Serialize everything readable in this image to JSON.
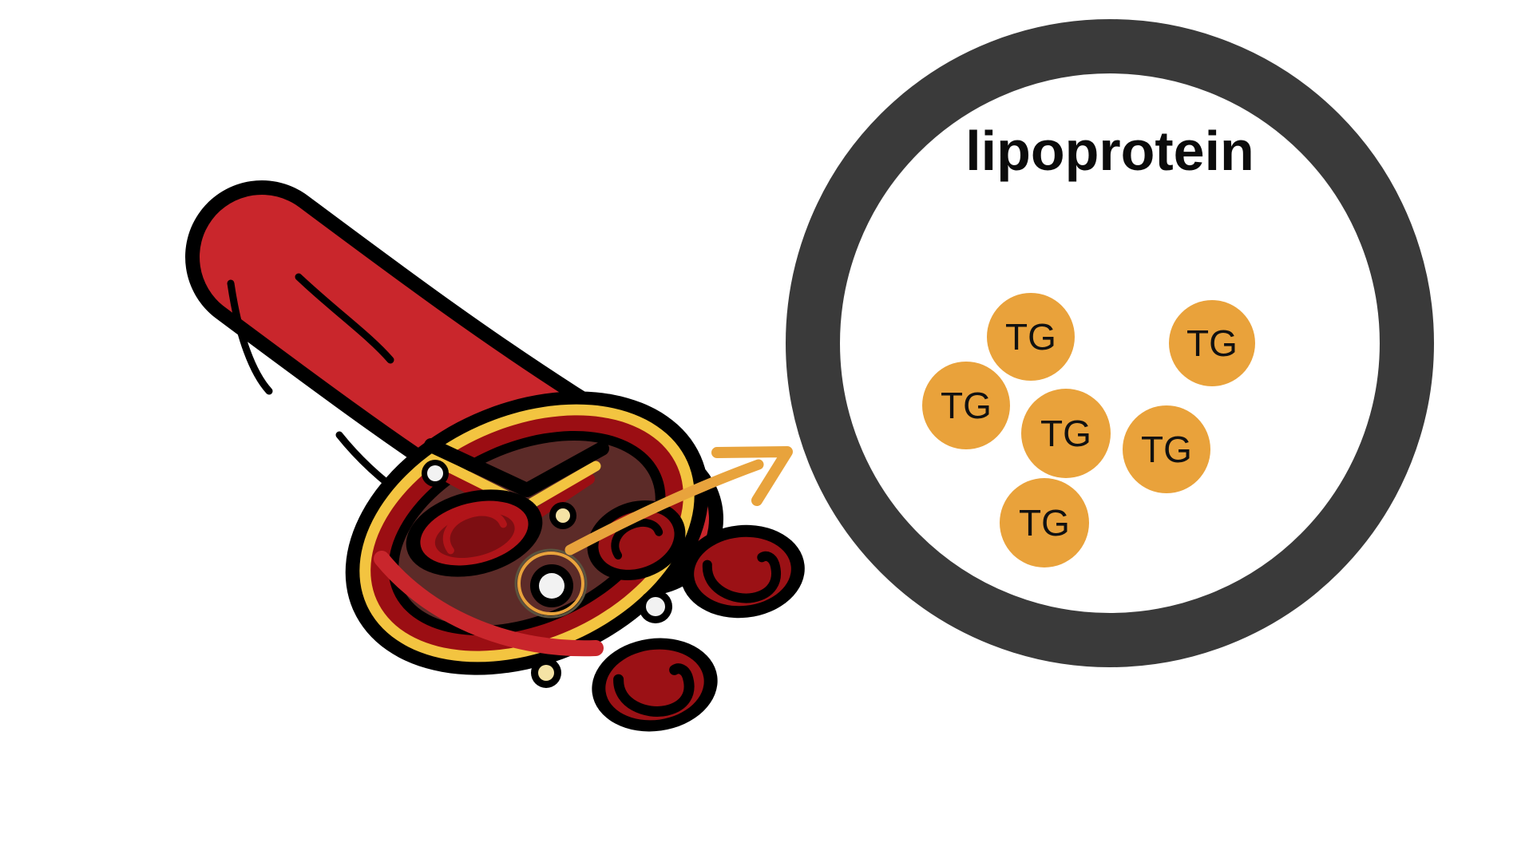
{
  "diagram": {
    "title": "lipoprotein",
    "particle_label": "TG",
    "particle_count": 6,
    "colors": {
      "background": "#FFFFFF",
      "accent_orange": "#E8A33C",
      "ring_gray": "#3A3A3A",
      "vessel_red": "#C9262C",
      "cell_red": "#9B1115",
      "cell_inner_red": "#7D0E12",
      "cell_highlight_red": "#B11419",
      "face_maroon": "#5C2B28",
      "stripe_yellow": "#F3C440",
      "stripe_dark_red": "#9B0E13",
      "dot_cream": "#F5E3A5",
      "dot_white": "#F2F2F2",
      "outline_black": "#000000",
      "tg_circle_orange": "#E9A23B"
    }
  }
}
